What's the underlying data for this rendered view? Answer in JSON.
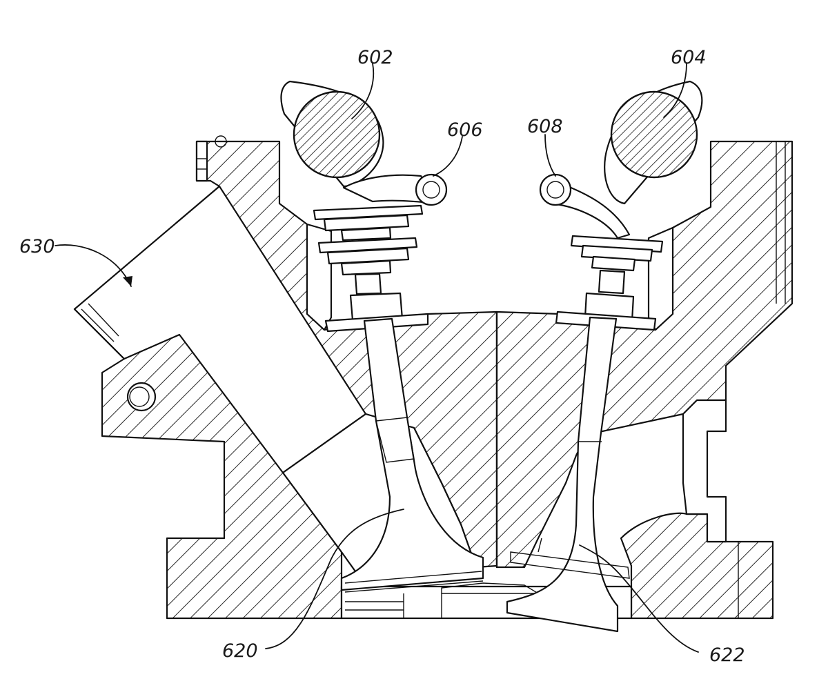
{
  "labels": {
    "cam_left": "602",
    "cam_right": "604",
    "rocker_left": "606",
    "rocker_right": "608",
    "intake_valve": "620",
    "exhaust_valve": "622",
    "intake_port": "630"
  },
  "colors": {
    "ink": "#111111",
    "paper": "#ffffff"
  }
}
